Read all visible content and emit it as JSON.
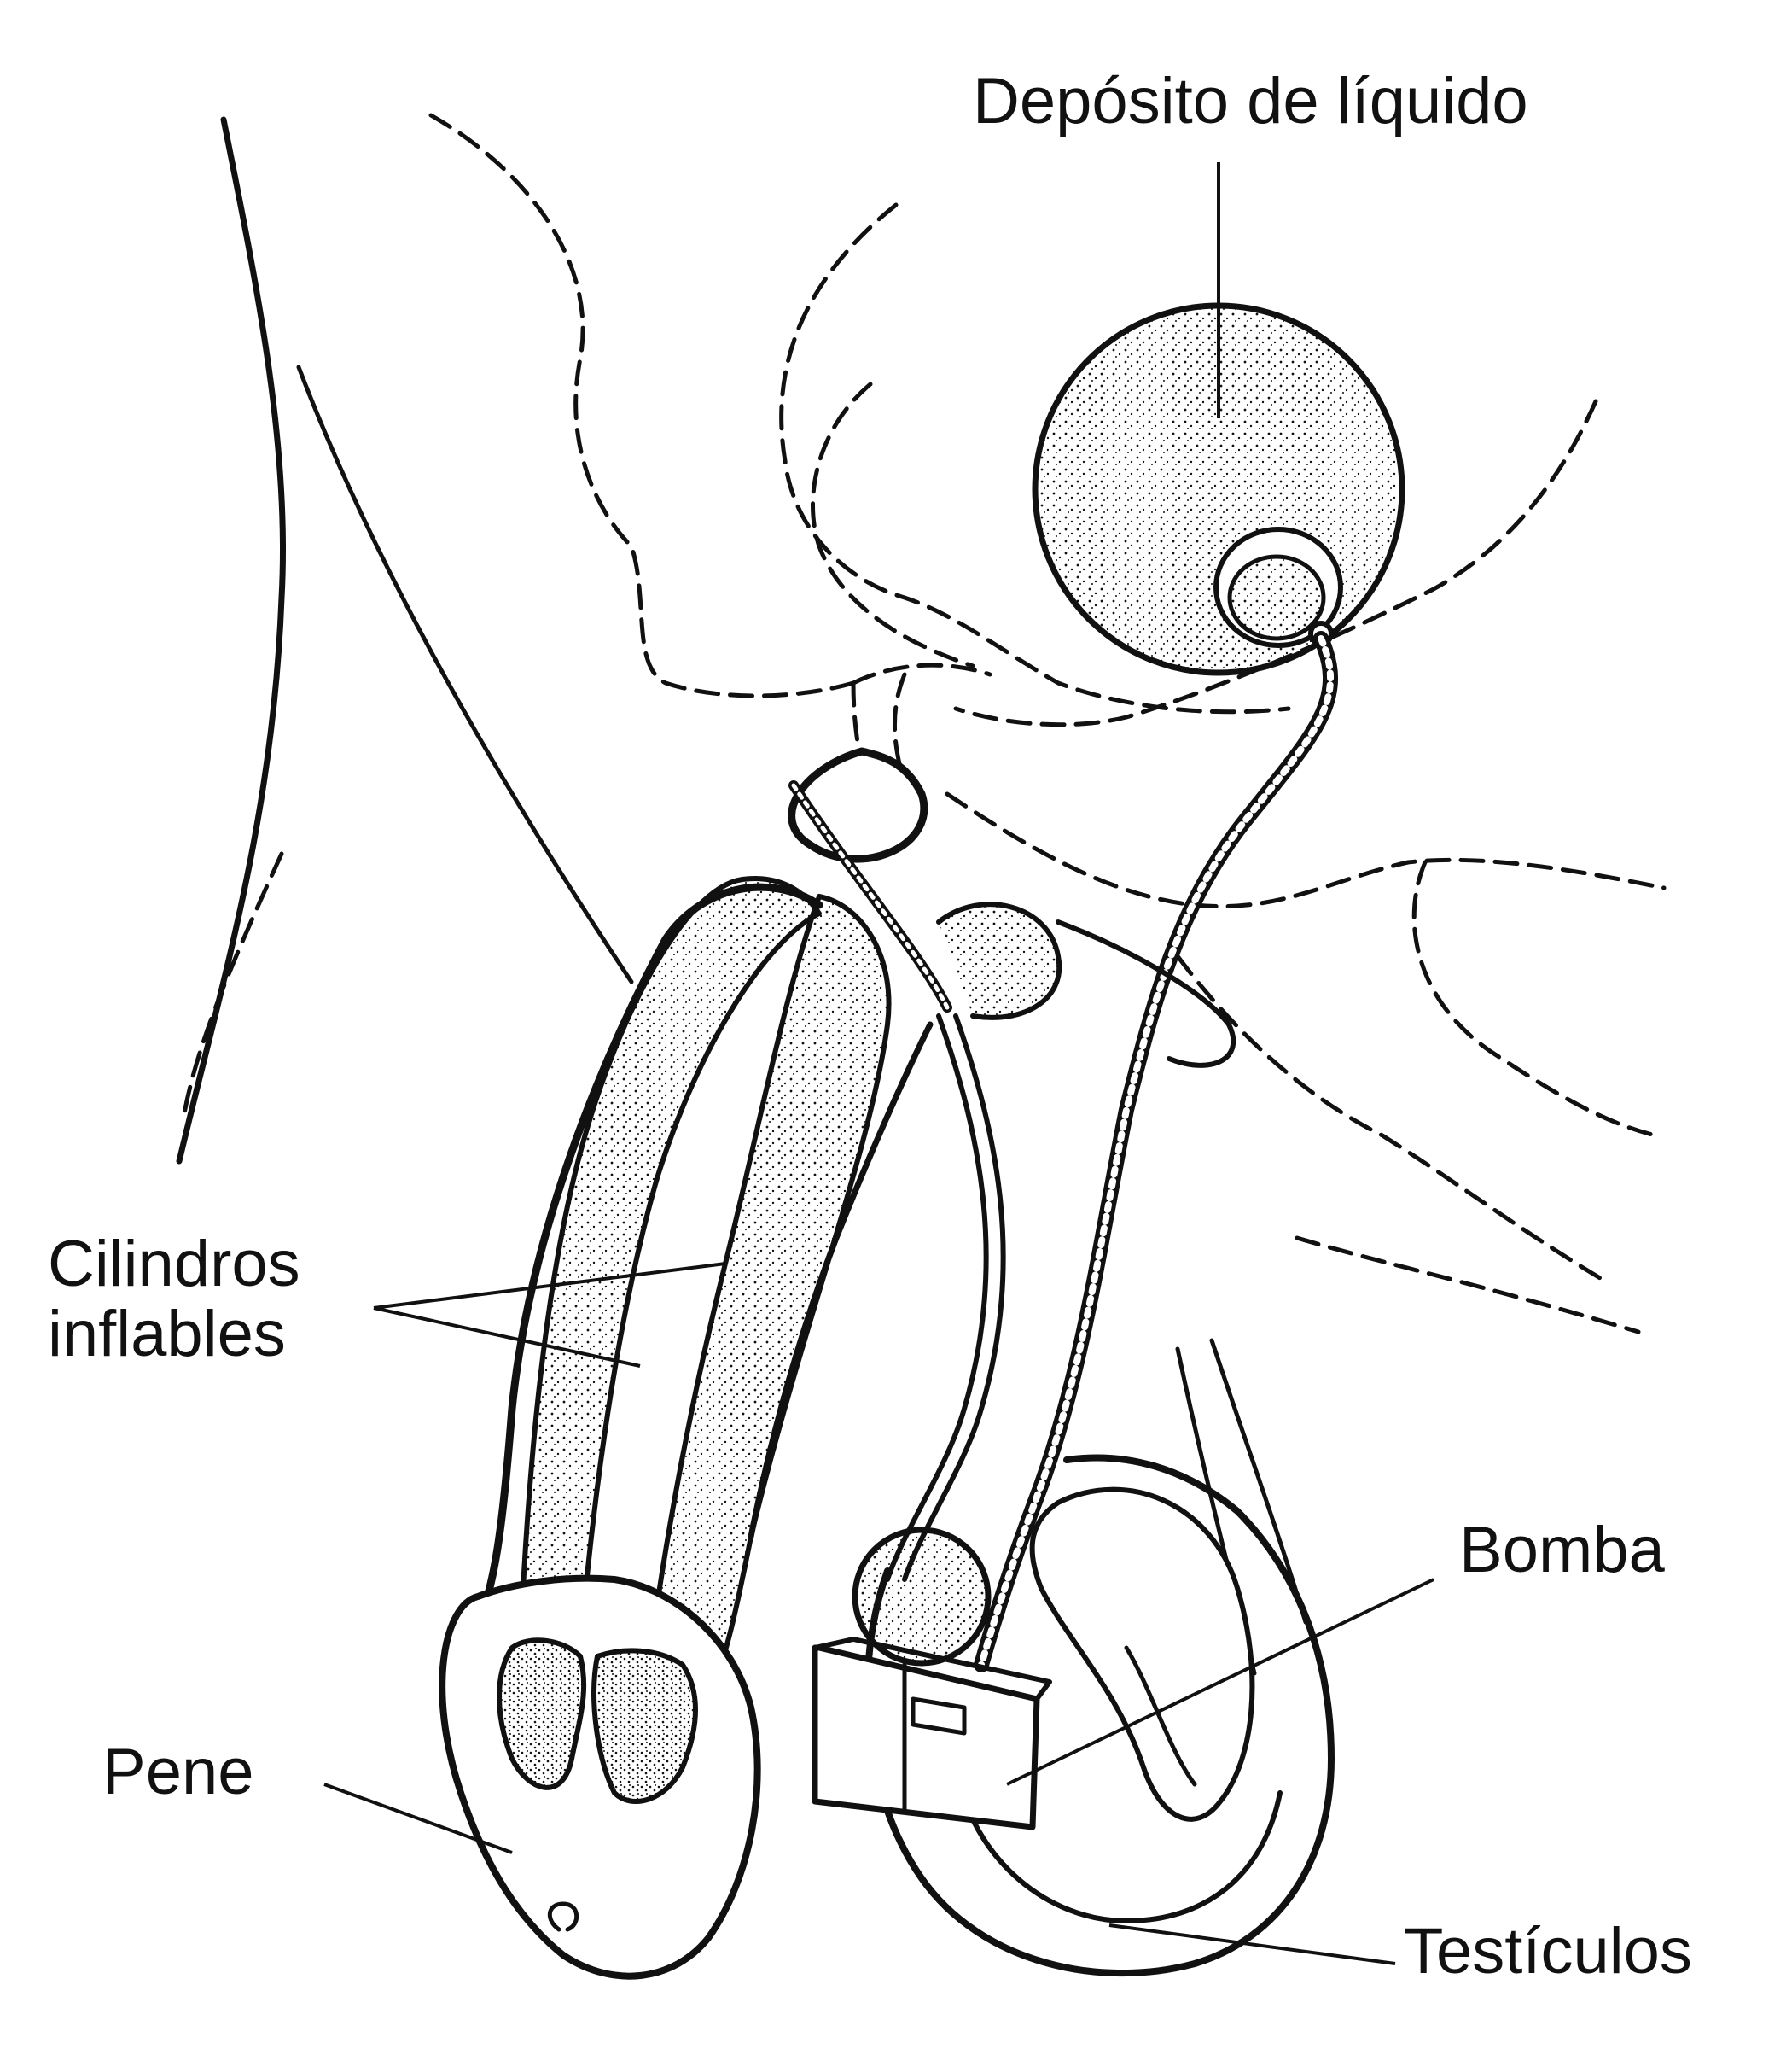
{
  "labels": {
    "reservoir": "Depósito de líquido",
    "cylinders_line1": "Cilindros",
    "cylinders_line2": "inflables",
    "pump": "Bomba",
    "penis": "Pene",
    "testicles": "Testículos"
  },
  "colors": {
    "ink": "#111111",
    "background": "#ffffff"
  }
}
